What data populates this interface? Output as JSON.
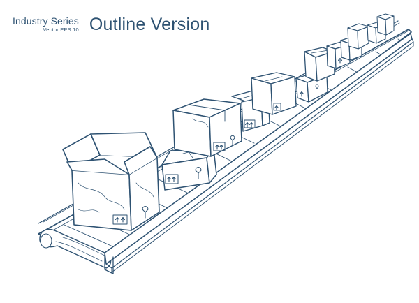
{
  "header": {
    "series": "Industry Series",
    "format": "Vector EPS 10",
    "title": "Outline Version"
  },
  "colors": {
    "ink": "#2e5272",
    "light": "#e9eef3"
  }
}
